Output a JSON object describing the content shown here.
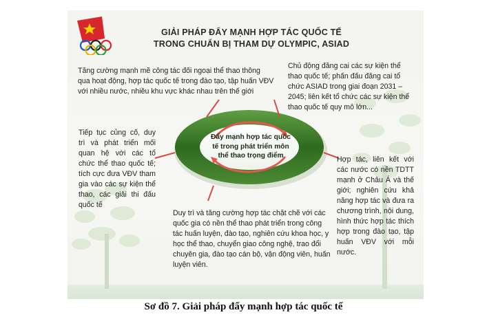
{
  "header": {
    "title_line1": "GIẢI PHÁP ĐẨY MẠNH HỢP TÁC QUỐC TẾ",
    "title_line2": "TRONG CHUẨN BỊ THAM DỰ OLYMPIC, ASIAD"
  },
  "center": {
    "label": "Đẩy mạnh hợp tác quốc tế trong phát triển môn thể thao trọng điểm"
  },
  "blocks": {
    "top_left": "Tăng cường mạnh mẽ công tác đối ngoại thể thao thông qua hoạt động, hợp tác quốc tế trong đào tạo, tập huấn VĐV với nhiều nước, nhiều khu vực khác nhau trên thế giới",
    "top_right": "Chủ động đăng cai các sự kiện thể thao quốc tế; phấn đấu đăng cai tổ chức ASIAD trong giai đoạn 2031 – 2045; liên kết tổ chức các sự kiện thể thao quốc tế quy mô lớn...",
    "left": "Tiếp tục củng cố, duy trì và phát triển mối quan hệ với các tổ chức thể thao quốc tế; tích cực đưa VĐV tham gia vào các sự kiện thể thao, các giải thi đấu quốc tế",
    "right": "Hợp tác, liên kết với các nước có nền TDTT mạnh ở Châu Á và thế giới; nghiên cứu khả năng hợp tác và đưa ra chương trình, nội dung, hình thức hợp tác thích hợp trong đào tạo, tập huấn VĐV với mỗi nước.",
    "bottom": "Duy trì và tăng cường hợp tác chặt chẽ với các quốc gia có nền thể thao phát triển trong công tác huấn luyện, đào tạo, nghiên cứu khoa học, y học thể thao, chuyển giao công nghệ, trao đổi chuyên gia, đào tạo cán bộ, vận động viên, huấn luyện viên."
  },
  "caption": "Sơ đồ 7. Giải pháp đẩy mạnh hợp tác quốc tế",
  "colors": {
    "ring_dark": "#2f6b1f",
    "ring_light": "#6aa84f",
    "arrow_red": "#e05a4f",
    "flag_red": "#d8262d",
    "flag_star": "#f5d100"
  }
}
